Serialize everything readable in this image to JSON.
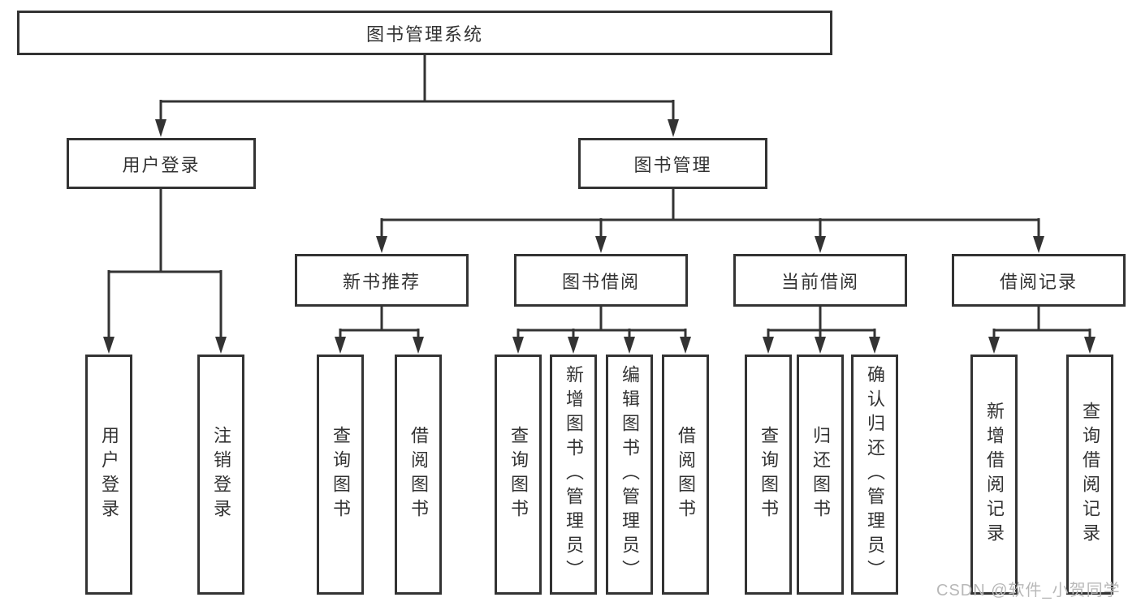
{
  "diagram": {
    "root": {
      "label": "图书管理系统"
    },
    "level2": [
      {
        "label": "用户登录"
      },
      {
        "label": "图书管理"
      }
    ],
    "level3": [
      {
        "label": "新书推荐"
      },
      {
        "label": "图书借阅"
      },
      {
        "label": "当前借阅"
      },
      {
        "label": "借阅记录"
      }
    ],
    "leaves": [
      {
        "items": [
          "用户登录",
          "注销登录"
        ]
      },
      {
        "items": [
          "查询图书",
          "借阅图书"
        ]
      },
      {
        "items": [
          "查询图书",
          "新增图书（管理员）",
          "编辑图书（管理员）",
          "借阅图书"
        ]
      },
      {
        "items": [
          "查询图书",
          "归还图书",
          "确认归还（管理员）"
        ]
      },
      {
        "items": [
          "新增借阅记录",
          "查询借阅记录"
        ]
      }
    ],
    "colors": {
      "line": "#333333",
      "text": "#333333",
      "box_background": "#ffffff",
      "page_background": "#ffffff",
      "watermark": "#b8b8b8"
    },
    "watermark": "CSDN @软件_小贺同学"
  }
}
